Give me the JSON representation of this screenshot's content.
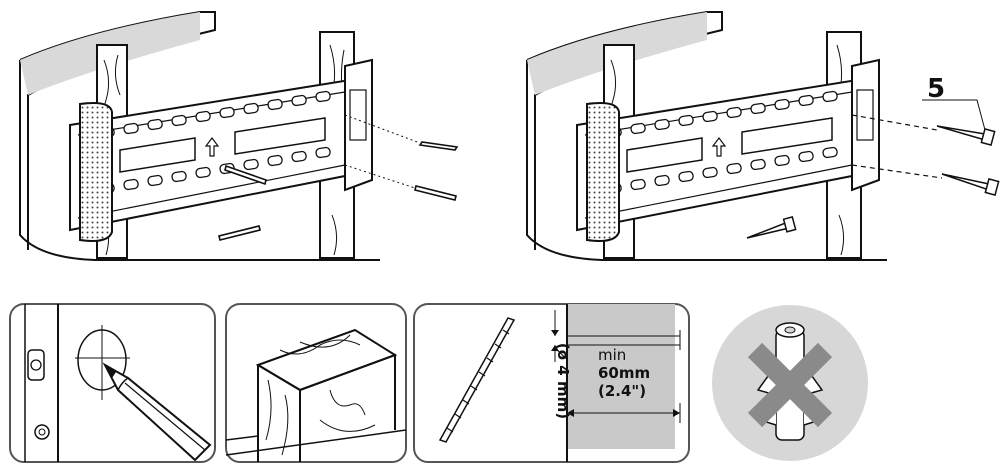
{
  "step_label": "5",
  "depth": {
    "prefix": "min",
    "metric": "60mm",
    "imperial": "(2.4\")"
  },
  "drill_diameter": "(ø 4 mm)",
  "icons": {
    "wall_mount_pins": "wall-mount-with-pins",
    "wall_mount_screws": "wall-mount-with-screws",
    "mark_holes": "pencil-marking",
    "wood_stud": "wood-stud",
    "drill_bit": "drill-bit",
    "no_plug": "wall-plug-prohibited"
  },
  "colors": {
    "line": "#111111",
    "panel_border": "#555555",
    "shade_gray": "#c9c9c9",
    "prohibited_circle": "#d7d7d7",
    "cross": "#8a8a8a"
  }
}
